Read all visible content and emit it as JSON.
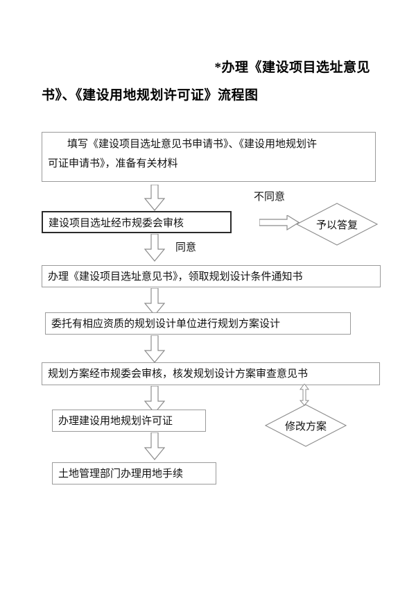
{
  "document": {
    "title_line_1": "*办理《建设项目选址意见",
    "title_line_2": "书》、《建设用地规划许可证》流程图"
  },
  "flowchart": {
    "type": "flowchart",
    "orientation": "top-to-bottom",
    "steps": [
      {
        "id": "step-1",
        "shape": "process",
        "text_line_1": "填写《建设项目选址意见书申请书》、《建设用地规划许",
        "text_line_2": "可证申请书》，准备有关材料"
      },
      {
        "id": "step-2",
        "shape": "process",
        "text": "建设项目选址经市规委会审核"
      },
      {
        "id": "step-3",
        "shape": "process",
        "text": "办理《建设项目选址意见书》，领取规划设计条件通知书"
      },
      {
        "id": "step-4",
        "shape": "process",
        "text": "委托有相应资质的规划设计单位进行规划方案设计"
      },
      {
        "id": "step-5",
        "shape": "process",
        "text": "规划方案经市规委会审核，核发规划设计方案审查意见书"
      },
      {
        "id": "step-6",
        "shape": "process",
        "text": "办理建设用地规划许可证"
      },
      {
        "id": "step-7",
        "shape": "process",
        "text": "土地管理部门办理用地手续"
      }
    ],
    "decisions": [
      {
        "id": "decision-1",
        "shape": "diamond",
        "text": "予以答复"
      },
      {
        "id": "decision-2",
        "shape": "diamond",
        "text": "修改方案"
      }
    ],
    "edge_labels": [
      {
        "id": "edge-label-disagree",
        "text": "不同意"
      },
      {
        "id": "edge-label-agree",
        "text": "同意"
      }
    ],
    "colors": {
      "box_border": "#9a9a9a",
      "box_border_strong": "#2a2a2a",
      "arrow_stroke": "#8c8c8c",
      "text": "#111111",
      "background": "#ffffff"
    }
  }
}
